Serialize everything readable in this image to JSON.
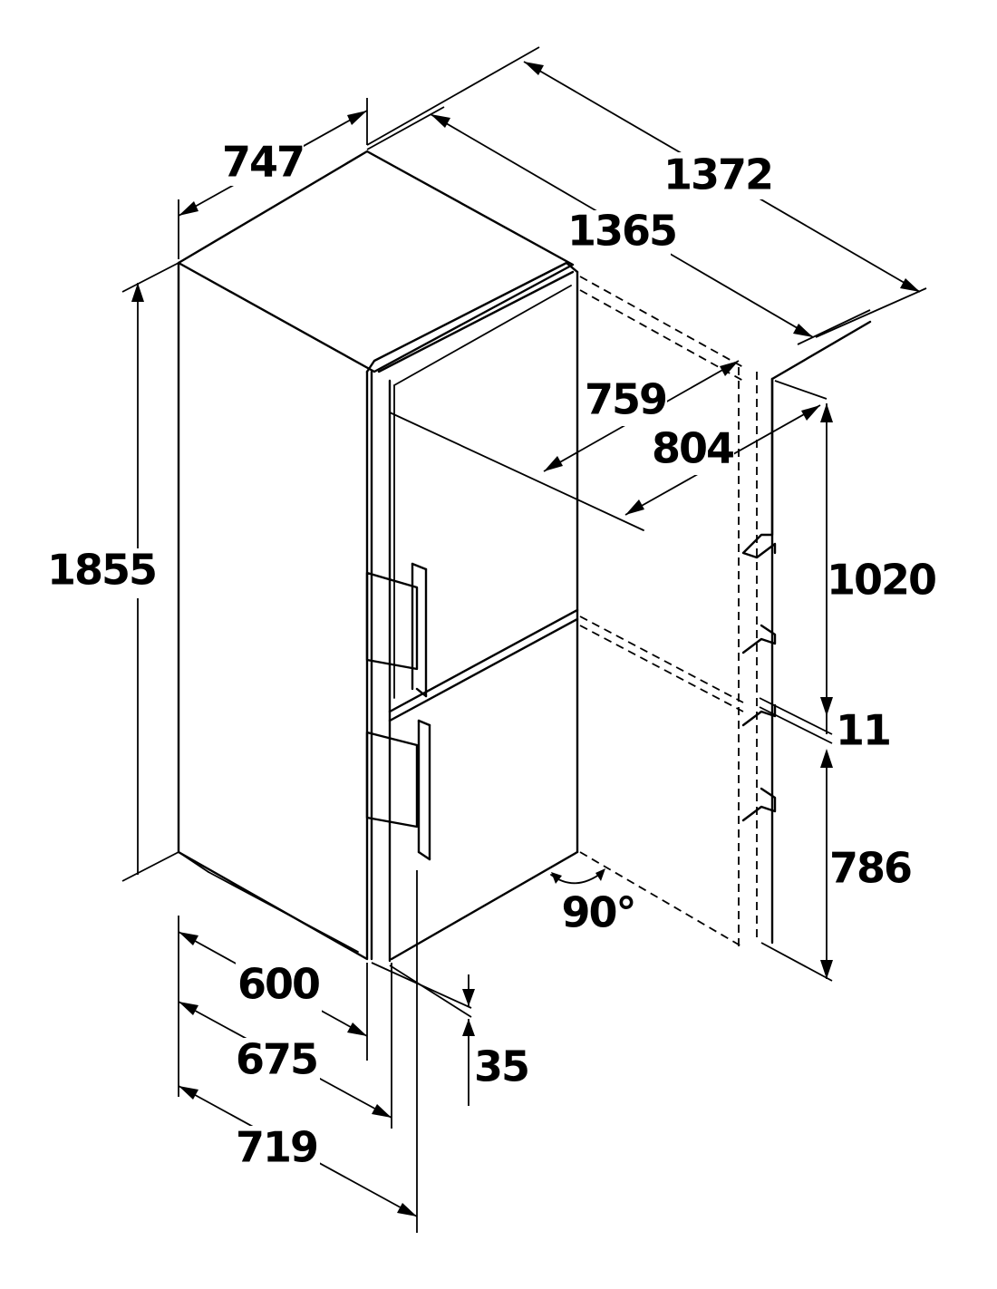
{
  "dimensions": {
    "top_depth": "747",
    "total_depth_door_open": "1372",
    "depth_door_open": "1365",
    "door_depth_759": "759",
    "door_depth_804": "804",
    "height": "1855",
    "upper_door_height": "1020",
    "door_gap": "11",
    "lower_door_height": "786",
    "door_opening_angle": "90°",
    "width": "600",
    "width_with_handles": "675",
    "depth_with_handles": "719",
    "plinth_offset": "35"
  }
}
